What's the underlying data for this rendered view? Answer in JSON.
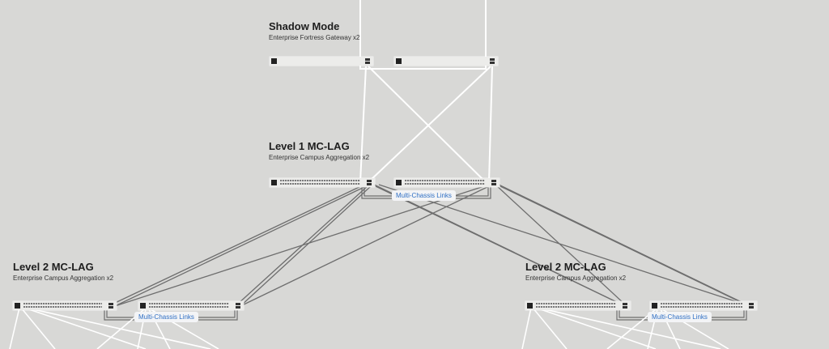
{
  "diagram": {
    "tiers": [
      {
        "id": "shadow",
        "title": "Shadow Mode",
        "subtitle": "Enterprise Fortress Gateway x2"
      },
      {
        "id": "l1",
        "title": "Level 1 MC-LAG",
        "subtitle": "Enterprise Campus Aggregation x2"
      },
      {
        "id": "l2a",
        "title": "Level 2 MC-LAG",
        "subtitle": "Enterprise Campus Aggregation x2"
      },
      {
        "id": "l2b",
        "title": "Level 2 MC-LAG",
        "subtitle": "Enterprise Campus Aggregation x2"
      }
    ],
    "mc_links": [
      {
        "label": "Multi-Chassis Links"
      },
      {
        "label": "Multi-Chassis Links"
      },
      {
        "label": "Multi-Chassis Links"
      }
    ],
    "colors": {
      "background": "#d8d8d6",
      "link_white": "#ffffff",
      "link_gray": "#6e6e6e",
      "mc_label": "#2f6fc4"
    }
  }
}
